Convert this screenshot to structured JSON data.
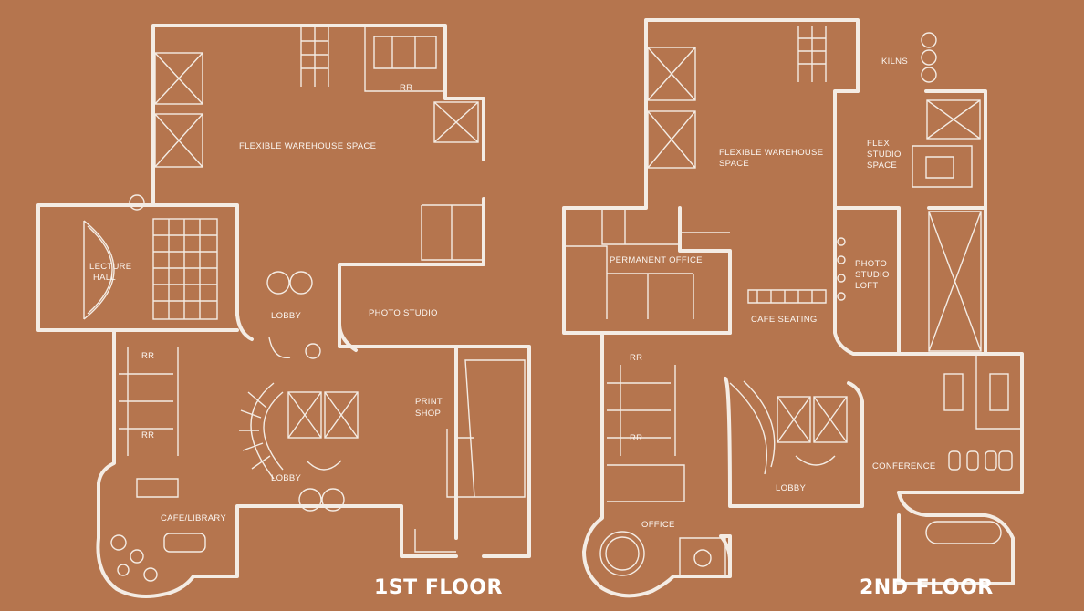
{
  "floors": [
    {
      "title": "1ST FLOOR",
      "rooms": {
        "warehouse": "FLEXIBLE WAREHOUSE SPACE",
        "rr_top": "RR",
        "lecture": [
          "LECTURE",
          "HALL"
        ],
        "lobby_upper": "LOBBY",
        "lobby_lower": "LOBBY",
        "photo_studio": "PHOTO STUDIO",
        "rr_a": "RR",
        "rr_b": "RR",
        "print_shop": [
          "PRINT",
          "SHOP"
        ],
        "cafe_library": "CAFE/LIBRARY"
      }
    },
    {
      "title": "2ND FLOOR",
      "rooms": {
        "warehouse": [
          "FLEXIBLE WAREHOUSE",
          "SPACE"
        ],
        "kilns": "KILNS",
        "flex_studio": [
          "FLEX",
          "STUDIO",
          "SPACE"
        ],
        "permanent_office": "PERMANENT OFFICE",
        "cafe_seating": "CAFE SEATING",
        "photo_loft": [
          "PHOTO",
          "STUDIO",
          "LOFT"
        ],
        "rr_a": "RR",
        "rr_b": "RR",
        "lobby": "LOBBY",
        "conference": "CONFERENCE",
        "office": "OFFICE"
      }
    }
  ],
  "colors": {
    "background": "#b5754e",
    "line": "#f4ece4"
  }
}
